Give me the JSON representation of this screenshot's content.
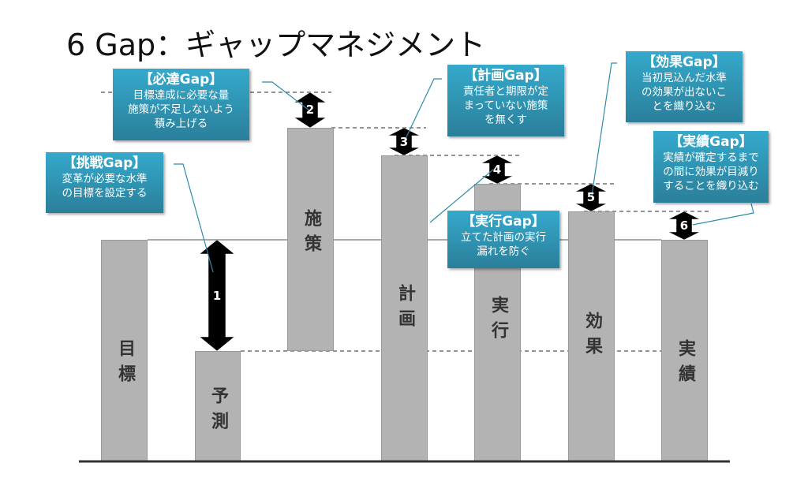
{
  "title": "6 Gap：ギャップマネジメント",
  "bars": [
    "目標",
    "予測",
    "施策",
    "計画",
    "実行",
    "効果",
    "実績"
  ],
  "gaps": [
    "1",
    "2",
    "3",
    "4",
    "5",
    "6"
  ],
  "callouts": {
    "hittatsu": {
      "heading": "【必達Gap】",
      "lines": [
        "目標達成に必要な量",
        "施策が不足しないよう",
        "積み上げる"
      ]
    },
    "chousen": {
      "heading": "【挑戦Gap】",
      "lines": [
        "変革が必要な水準",
        "の目標を設定する"
      ]
    },
    "keikaku": {
      "heading": "【計画Gap】",
      "lines": [
        "責任者と期限が定",
        "まっていない施策",
        "を無くす"
      ]
    },
    "kouka": {
      "heading": "【効果Gap】",
      "lines": [
        "当初見込んだ水準",
        "の効果が出ないこ",
        "とを織り込む"
      ]
    },
    "jisseki": {
      "heading": "【実績Gap】",
      "lines": [
        "実績が確定するまで",
        "の間に効果が目減り",
        "することを織り込む"
      ]
    },
    "jikkou": {
      "heading": "【実行Gap】",
      "lines": [
        "立てた計画の実行",
        "漏れを防ぐ"
      ]
    }
  },
  "colors": {
    "callout": "#2f95b5",
    "bar": "#b3b3b3",
    "arrow": "#000000"
  }
}
